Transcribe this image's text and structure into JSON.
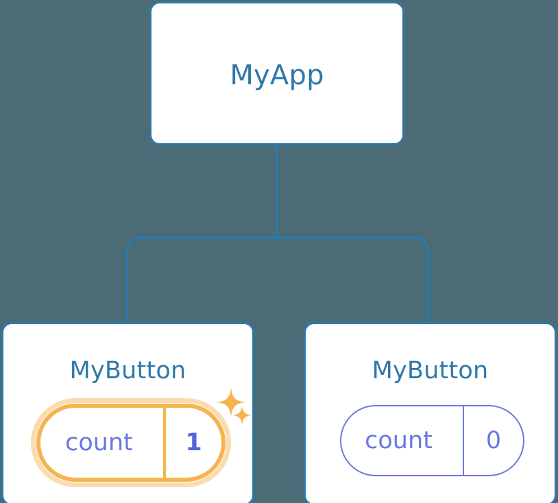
{
  "diagram": {
    "type": "component-tree",
    "background_color": "#4b6b76",
    "edge_color": "#2e79a8",
    "node_border_color": "#2e79a8",
    "node_fill_color": "#ffffff",
    "title_color": "#2e79a8",
    "state_color": "#6a79e0",
    "highlight_color": "#f6b44f",
    "highlight_glow_color": "#fadcb0",
    "highlight_value_color": "#5166d8"
  },
  "root": {
    "label": "MyApp"
  },
  "children": [
    {
      "label": "MyButton",
      "state_key": "count",
      "state_value": "1",
      "highlighted": true,
      "sparkles": [
        "sparkle-large-icon",
        "sparkle-small-icon"
      ]
    },
    {
      "label": "MyButton",
      "state_key": "count",
      "state_value": "0",
      "highlighted": false
    }
  ]
}
